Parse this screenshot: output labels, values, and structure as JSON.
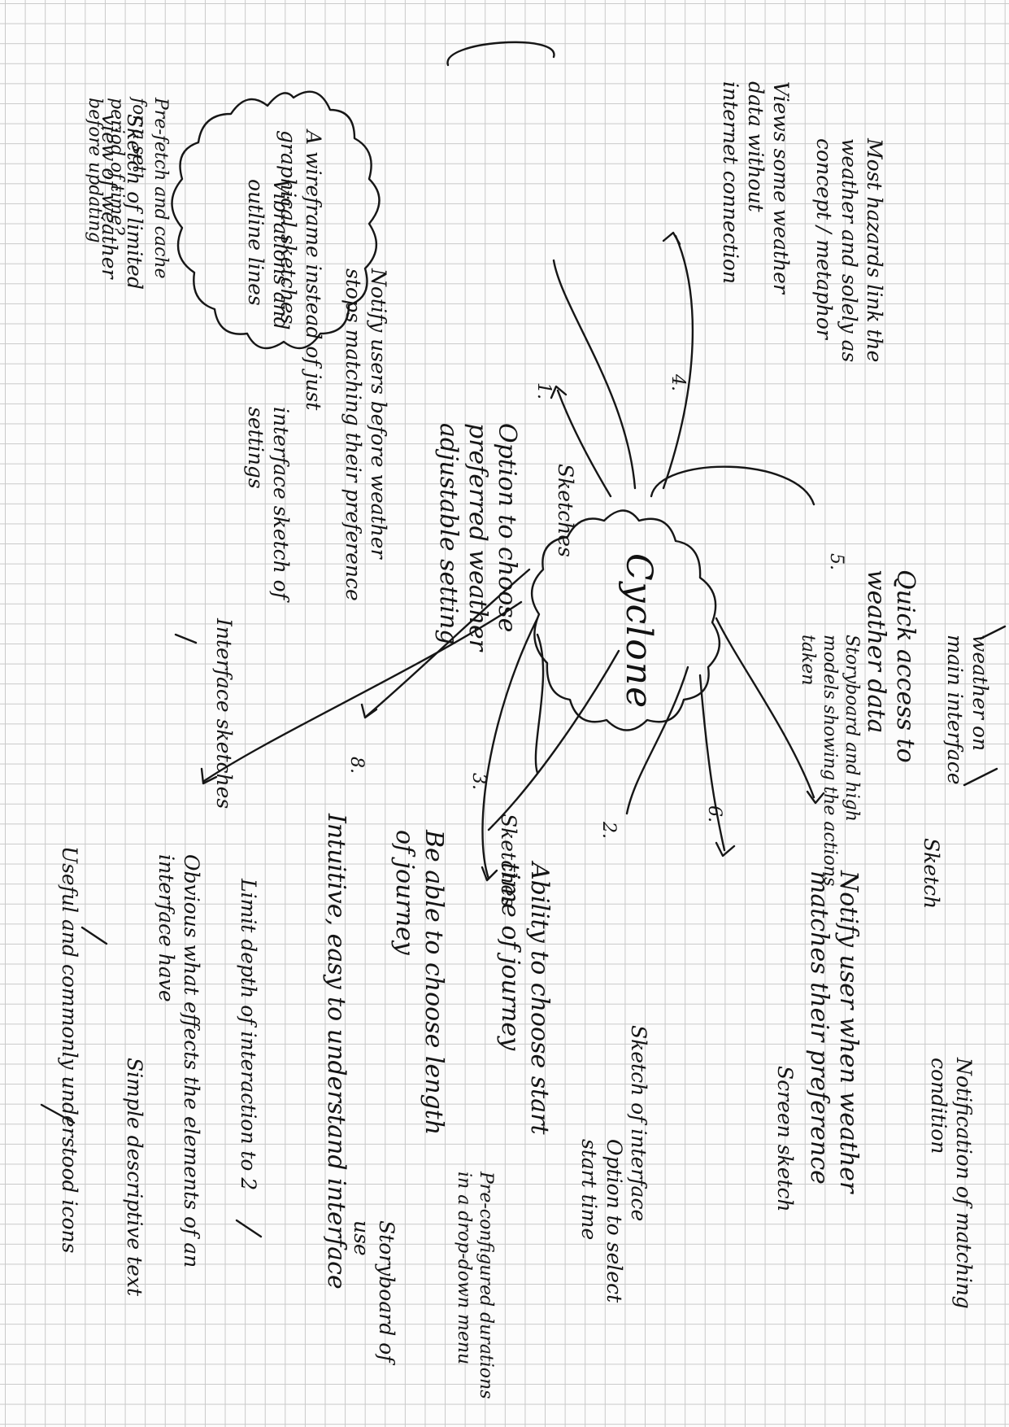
{
  "center": "Cyclone",
  "branches": {
    "sketches_top": "Sketches",
    "wireframe": {
      "lines": [
        "A wireframe instead of just",
        "graphical sketches"
      ]
    },
    "weather_concept": {
      "lines": [
        "Most hazards link the",
        "weather and solely as",
        "concept / metaphor"
      ]
    },
    "views_weather": {
      "number": "4.",
      "lines": [
        "Views some weather",
        "data without",
        "internet connection"
      ]
    },
    "sketch_limited": {
      "lines": [
        "Sketch of limited",
        "view of weather"
      ]
    },
    "prefetch": {
      "lines": [
        "Pre-fetch and cache",
        "for a set",
        "period of time?",
        "before updating"
      ]
    },
    "notify_stops": {
      "lines": [
        "Notify users before weather",
        "stops matching their preference"
      ]
    },
    "vibrations": {
      "lines": [
        "Vibrations and",
        "outline lines"
      ]
    },
    "interface_sketch": {
      "lines": [
        "interface sketch of",
        "settings"
      ]
    },
    "option_choose": {
      "number": "1.",
      "lines": [
        "Option to choose",
        "preferred weather",
        "adjustable setting"
      ]
    },
    "quick_access": {
      "number": "5.",
      "lines": [
        "Quick access to",
        "weather data"
      ],
      "sketch": "Sketch",
      "weather_on": [
        "weather on",
        "main interface"
      ],
      "storyboard": [
        "Storyboard and high",
        "models showing the actions",
        "taken"
      ]
    },
    "notify_matches": {
      "number": "6.",
      "lines": [
        "Notify user when weather",
        "matches their preference"
      ],
      "notification": [
        "Notification of matching",
        "condition"
      ],
      "screen_sketch": "Screen sketch"
    },
    "ability_time": {
      "number": "2.",
      "lines": [
        "Ability to choose start",
        "time of journey"
      ],
      "sketch_interface": "Sketch of interface",
      "option_select": [
        "Option to select",
        "start time"
      ]
    },
    "length_journey": {
      "number": "3.",
      "lines": [
        "Be able to choose length",
        "of journey"
      ],
      "sketches": "Sketches",
      "preconfigured": [
        "Pre-configured durations",
        "in a drop-down menu"
      ],
      "storyboard_use": [
        "Storyboard of",
        "use"
      ]
    },
    "intuitive": {
      "number": "8.",
      "lines": [
        "Intuitive, easy to understand interface"
      ],
      "interface_sketches": "Interface sketches",
      "limit_depth": "Limit depth of interaction to 2",
      "obvious": [
        "Obvious what effects the elements of an",
        "interface have"
      ],
      "simple_text": "Simple descriptive text",
      "useful_icons": "Useful and commonly understood icons"
    }
  }
}
